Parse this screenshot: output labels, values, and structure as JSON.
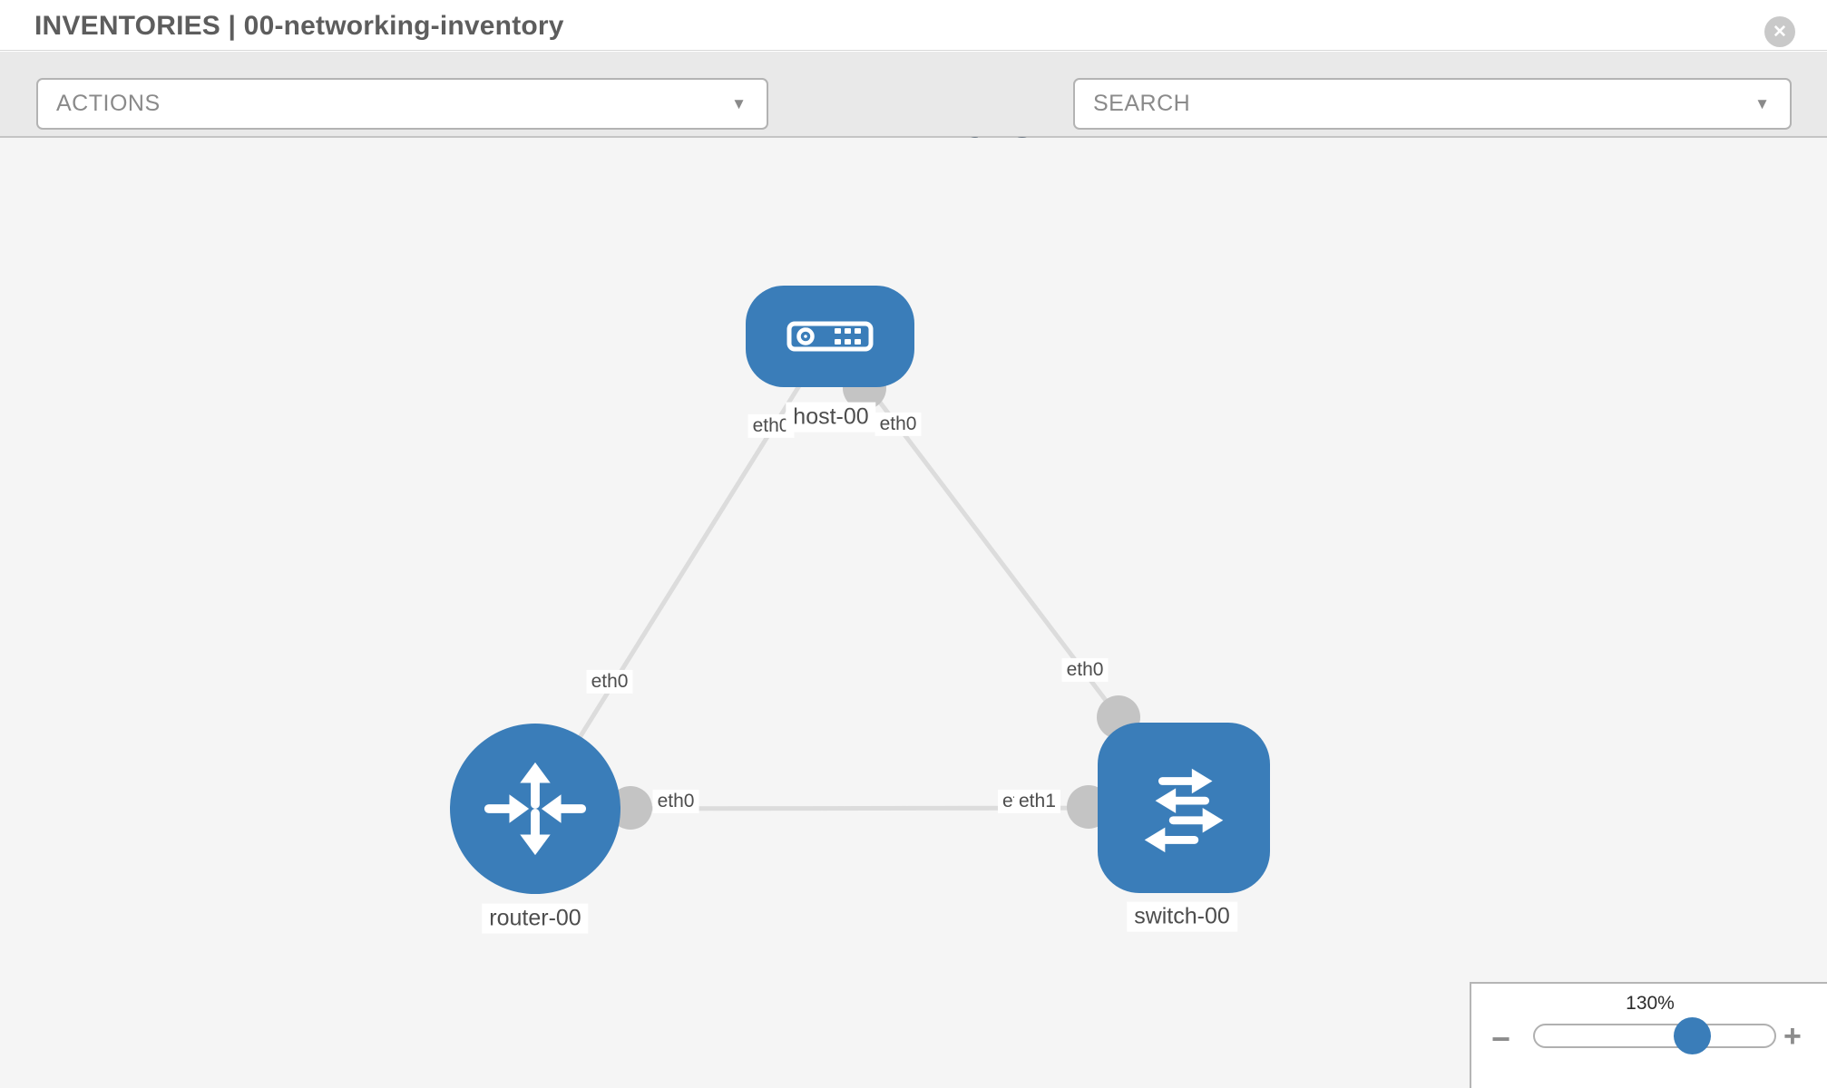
{
  "header": {
    "title": "INVENTORIES | 00-networking-inventory",
    "close_glyph": "✕"
  },
  "toolbar": {
    "actions_label": "ACTIONS",
    "search_label": "SEARCH",
    "caret_glyph": "▼",
    "icons": [
      "wrench-icon",
      "key-icon"
    ]
  },
  "topology": {
    "nodes": {
      "host": {
        "label": "host-00",
        "type": "host"
      },
      "router": {
        "label": "router-00",
        "type": "router"
      },
      "switch": {
        "label": "switch-00",
        "type": "switch"
      }
    },
    "interfaces": {
      "host_left": "eth0",
      "host_right": "eth0",
      "host_router_edge": "eth0",
      "host_switch_edge": "eth0",
      "router_switch_left": "eth0",
      "router_switch_clipped": "et",
      "router_switch_right": "eth1"
    },
    "links": [
      {
        "from": "host-00",
        "to": "router-00"
      },
      {
        "from": "host-00",
        "to": "switch-00"
      },
      {
        "from": "router-00",
        "to": "switch-00"
      }
    ]
  },
  "zoom_control": {
    "value": "130%",
    "minus_glyph": "−",
    "plus_glyph": "+"
  },
  "colors": {
    "node_blue": "#3a7db9",
    "link_gray": "#dcdcdc",
    "connector_gray": "#c4c4c4",
    "canvas_bg": "#f5f5f5",
    "toolbar_bg": "#e9e9e9",
    "icon_gray": "#6e7a86",
    "thumb_blue": "#3a7db9"
  }
}
